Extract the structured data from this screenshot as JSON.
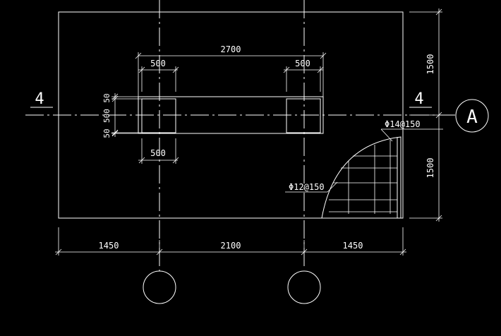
{
  "drawing": {
    "section_marks": {
      "left": "4",
      "right": "4"
    },
    "axis_bubble_label": "A",
    "dimensions": {
      "top_overall": "2700",
      "top_left_column": "500",
      "top_right_column": "500",
      "bottom_column": "500",
      "left_stack": [
        "50",
        "500",
        "50"
      ],
      "right_upper": "1500",
      "right_lower": "1500",
      "bottom_chain": [
        "1450",
        "2100",
        "1450"
      ]
    },
    "rebar_labels": {
      "top_bars": "Φ14@150",
      "bottom_bars": "Φ12@150"
    }
  }
}
